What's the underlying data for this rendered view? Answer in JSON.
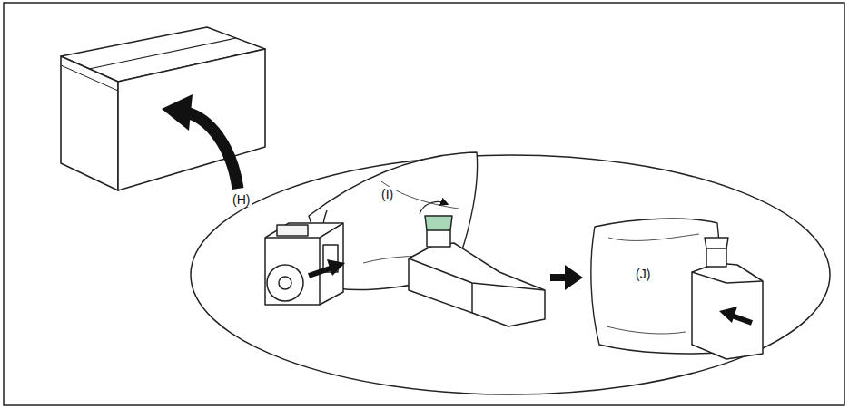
{
  "diagram": {
    "labels": [
      "(H)",
      "(I)",
      "(J)"
    ]
  }
}
